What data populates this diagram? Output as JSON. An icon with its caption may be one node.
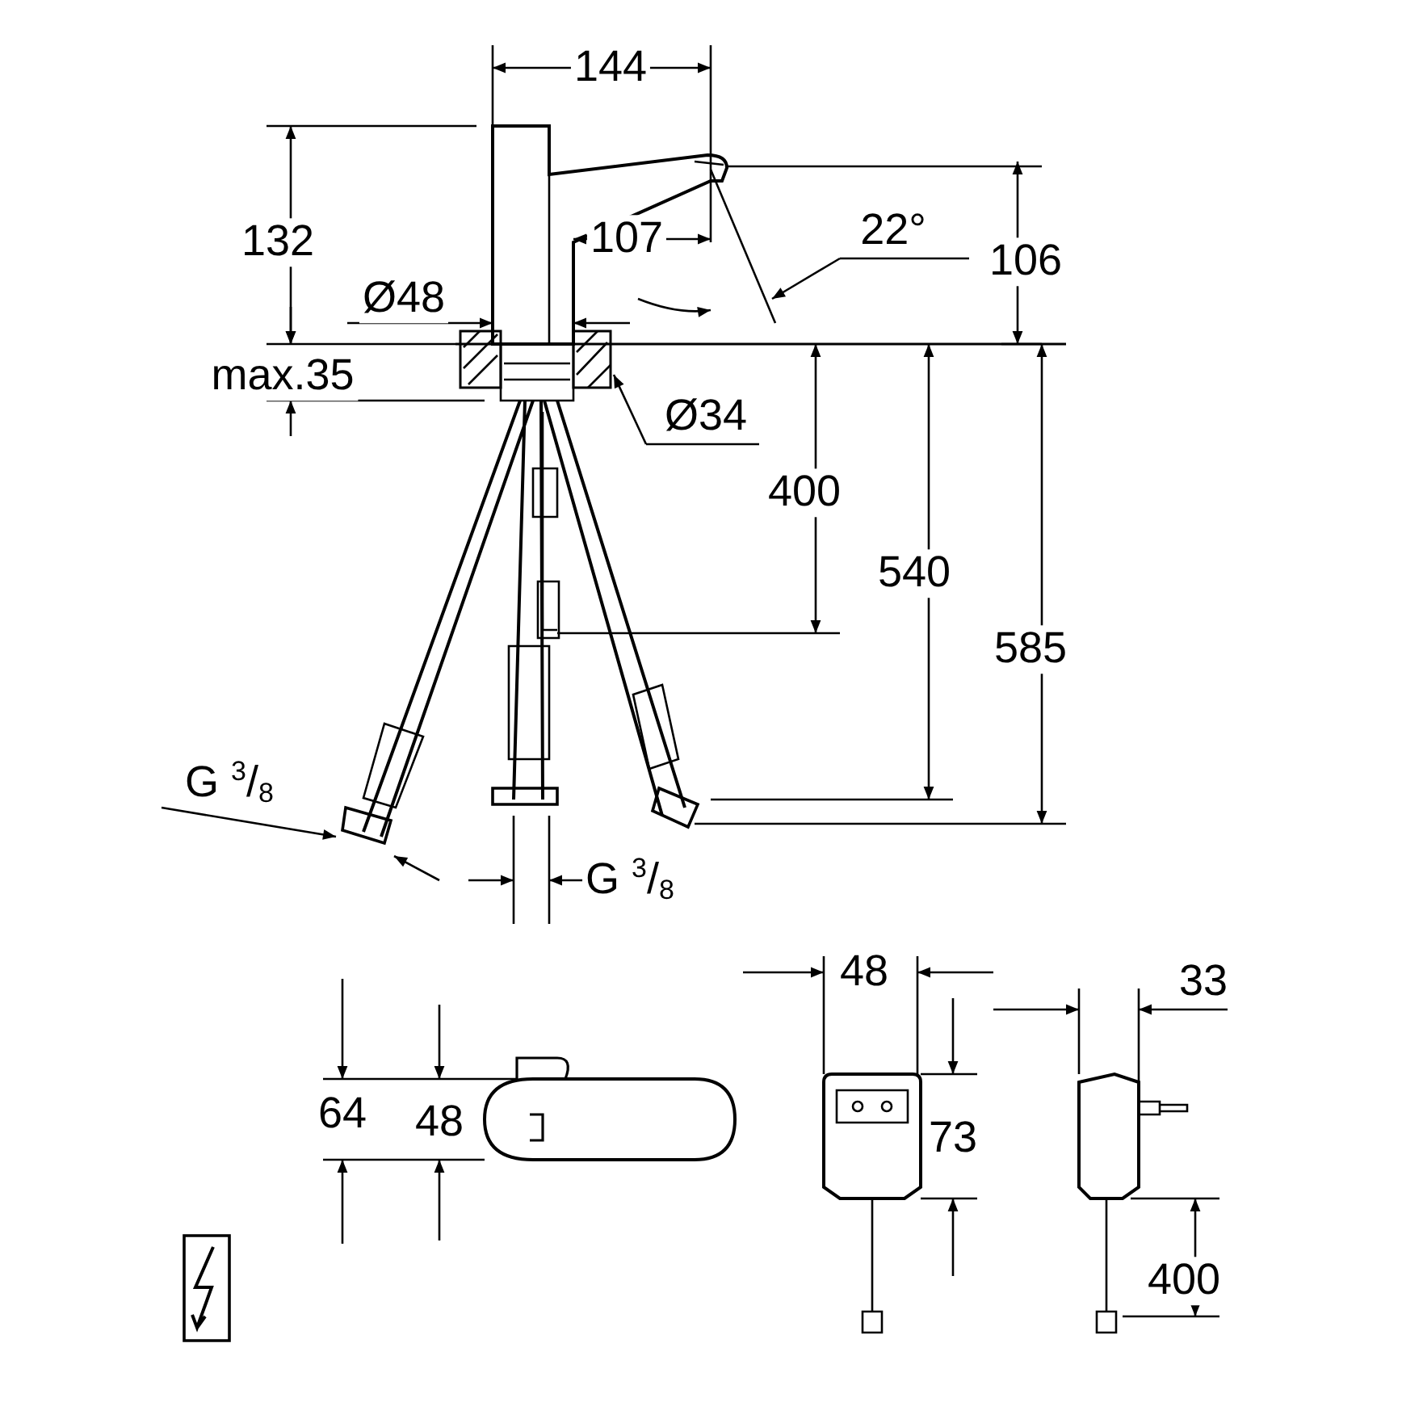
{
  "diagram": {
    "labels": [
      "144",
      "132",
      "107",
      "22°",
      "106",
      "Ø48",
      "max.35",
      "Ø34",
      "400",
      "540",
      "585",
      "G $^{3}$/$_{8}$",
      "G $^{3}$/$_{8}$",
      "48",
      "33",
      "64",
      "48",
      "73",
      "400"
    ]
  }
}
